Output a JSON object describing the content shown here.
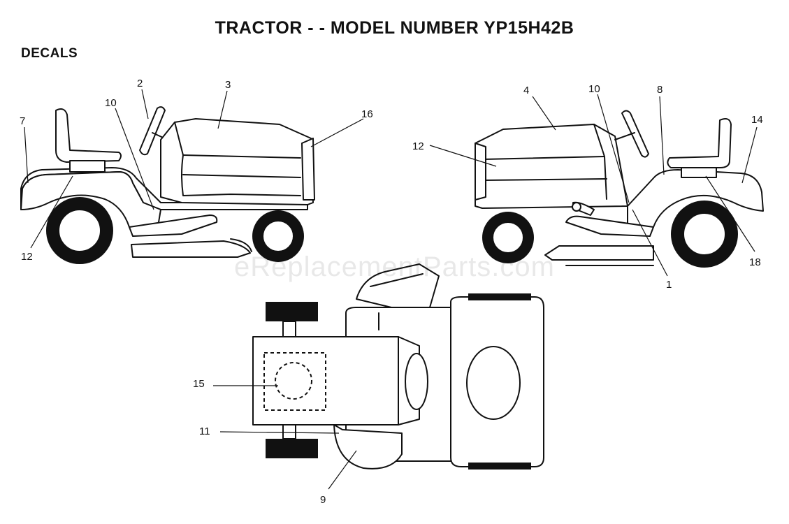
{
  "title": "TRACTOR - - MODEL NUMBER YP15H42B",
  "subtitle": "DECALS",
  "watermark": "eReplacementParts.com",
  "callouts": {
    "c7": "7",
    "c12a": "12",
    "c10a": "10",
    "c2": "2",
    "c3": "3",
    "c16": "16",
    "c12b": "12",
    "c4": "4",
    "c10b": "10",
    "c8": "8",
    "c14": "14",
    "c18": "18",
    "c1": "1",
    "c15": "15",
    "c11": "11",
    "c9": "9"
  }
}
